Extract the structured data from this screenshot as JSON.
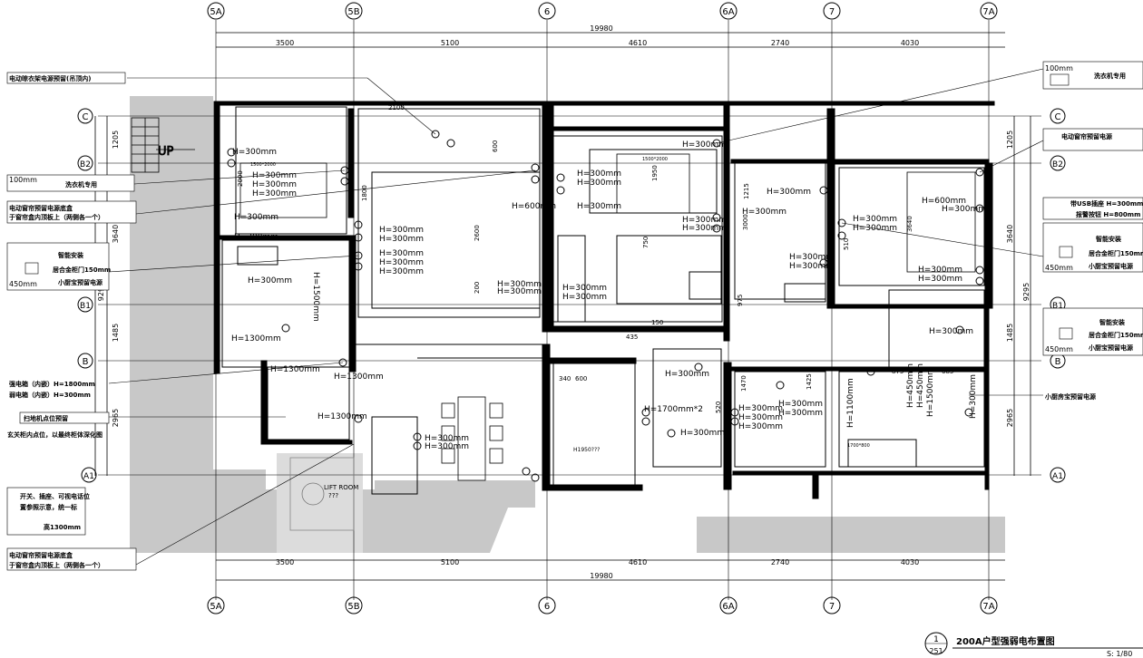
{
  "grid_top": [
    "5A",
    "5B",
    "6",
    "6A",
    "7",
    "7A"
  ],
  "grid_bottom": [
    "5A",
    "5B",
    "6",
    "6A",
    "7",
    "7A"
  ],
  "grid_left": [
    "C",
    "B2",
    "B1",
    "B",
    "A1"
  ],
  "grid_right": [
    "C",
    "B2",
    "B1",
    "B",
    "A1"
  ],
  "dims_top_total": "19980",
  "dims_top": [
    "3500",
    "5100",
    "4610",
    "2740",
    "4030"
  ],
  "dims_bottom": [
    "3500",
    "5100",
    "4610",
    "2740",
    "4030"
  ],
  "dims_bottom_total": "19980",
  "dims_left": [
    "1205",
    "3640",
    "1485",
    "2965"
  ],
  "dims_left_total": "9295",
  "dims_right": [
    "1205",
    "3640",
    "1485",
    "2965"
  ],
  "dims_right_total": "9295",
  "up_label": "UP",
  "lift_label": "LIFT ROOM",
  "lift_sub": "???",
  "notes_left": [
    "电动晾衣架电源预留(吊顶内)",
    "洗衣机专用",
    "电动窗帘预留电源底盒",
    "于窗帘盒内顶板上（两侧各一个）",
    "智能安装",
    "居合金柜门150mm",
    "小厨宝预留电源",
    "强电箱（内嵌）H=1800mm",
    "弱电箱（内嵌）H=300mm",
    "扫地机点位预留",
    "玄关柜内点位，以最终柜体深化图",
    "开关、插座、可视电话位",
    "置参照示意，统一标",
    "高1300mm",
    "电动窗帘预留电源底盒",
    "于窗帘盒内顶板上（两侧各一个）"
  ],
  "notes_right": [
    "洗衣机专用",
    "电动窗帘预留电源",
    "带USB插座 H=300mm",
    "报警按钮 H=800mm",
    "智能安装",
    "居合金柜门150mm",
    "小厨宝预留电源",
    "智能安装",
    "居合金柜门150mm",
    "小厨宝预留电源",
    "小厨房宝预留电源"
  ],
  "height_boxes": [
    "100mm",
    "450mm",
    "100mm",
    "450mm",
    "450mm"
  ],
  "heights": {
    "h300": "H=300mm",
    "h1300": "H=1300mm",
    "h600": "H=600mm",
    "h1100": "H=1100mm",
    "h1500": "H=1500mm",
    "h450": "H=450mm",
    "h1700": "H=1700mm*2",
    "h1950": "H1950???"
  },
  "inner_dims": [
    "2100",
    "600",
    "1950",
    "2000",
    "1800",
    "2600",
    "3640",
    "1500*2000",
    "1500*2000",
    "435",
    "150",
    "340",
    "600",
    "1425",
    "1470",
    "520",
    "875",
    "685",
    "1700*800",
    "200",
    "750",
    "975",
    "510",
    "3000",
    "1215"
  ],
  "title_num": "1",
  "title_sheet": "251",
  "title_text": "200A户型强弱电布置图",
  "scale": "S: 1/80"
}
